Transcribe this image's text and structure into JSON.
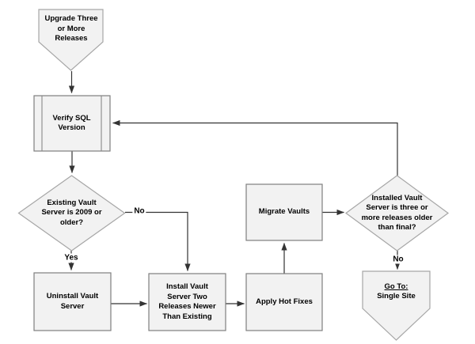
{
  "colors": {
    "shape_fill": "#f2f2f2",
    "process_border": "#7f7f7f",
    "diamond_border": "#a6a6a6",
    "connector_line": "#333333",
    "text": "#000000",
    "background": "#ffffff"
  },
  "nodes": {
    "upgrade": {
      "label": "Upgrade Three\nor More\nReleases"
    },
    "verify_sql": {
      "label": "Verify SQL\nVersion"
    },
    "existing_decision": {
      "label": "Existing Vault\nServer is 2009 or\nolder?"
    },
    "uninstall": {
      "label": "Uninstall Vault\nServer"
    },
    "install": {
      "label": "Install Vault\nServer Two\nReleases Newer\nThan Existing"
    },
    "apply_hot_fixes": {
      "label": "Apply Hot Fixes"
    },
    "migrate_vaults": {
      "label": "Migrate Vaults"
    },
    "installed_decision": {
      "label": "Installed Vault\nServer is three or\nmore releases older\nthan final?"
    },
    "goto_single_site": {
      "line1": "Go To:",
      "line2": "Single Site"
    }
  },
  "edge_labels": {
    "existing_no": "No",
    "existing_yes": "Yes",
    "installed_no": "No"
  }
}
